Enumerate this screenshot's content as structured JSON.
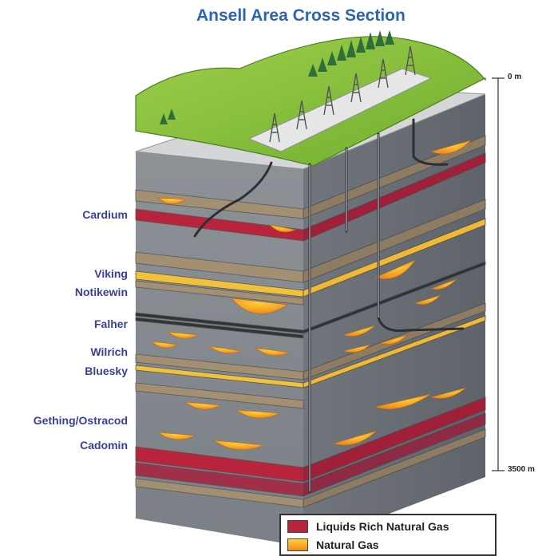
{
  "title": "Ansell Area Cross Section",
  "formations": [
    "Cardium",
    "Viking",
    "Notikewin",
    "Falher",
    "Wilrich",
    "Bluesky",
    "Gething/Ostracod",
    "Cadomin"
  ],
  "depth_scale": {
    "top": "0 m",
    "bottom": "3500 m"
  },
  "legend": [
    {
      "label": "Liquids Rich Natural Gas",
      "color": "#b8243c"
    },
    {
      "label": "Natural Gas",
      "color": "#f5a623"
    }
  ]
}
